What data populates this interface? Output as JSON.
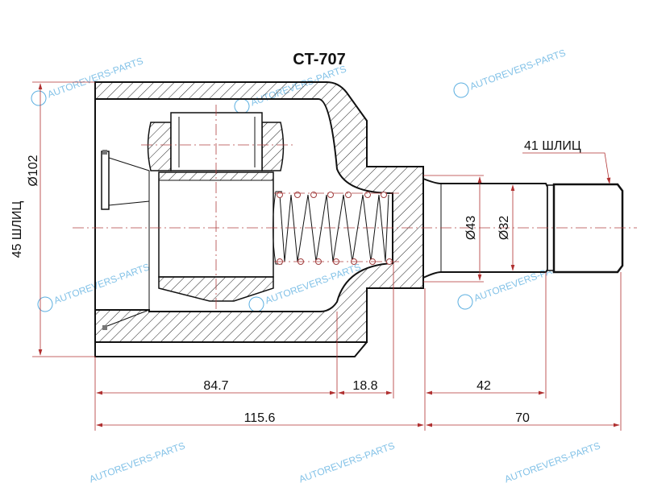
{
  "title": "CT-707",
  "watermark": "AUTOREVERS-PARTS",
  "watermark_logo": "AR",
  "labels": {
    "left_splines": "45 ШЛИЦ",
    "left_diameter": "Ø102",
    "right_splines": "41 ШЛИЦ",
    "shaft_diameter_1": "Ø43",
    "shaft_diameter_2": "Ø32"
  },
  "dimensions": {
    "d1": "84.7",
    "d2": "18.8",
    "d3": "42",
    "d4": "115.6",
    "d5": "70"
  },
  "colors": {
    "line": "#111111",
    "dimension": "#b03030",
    "watermark": "#5aaee0"
  }
}
